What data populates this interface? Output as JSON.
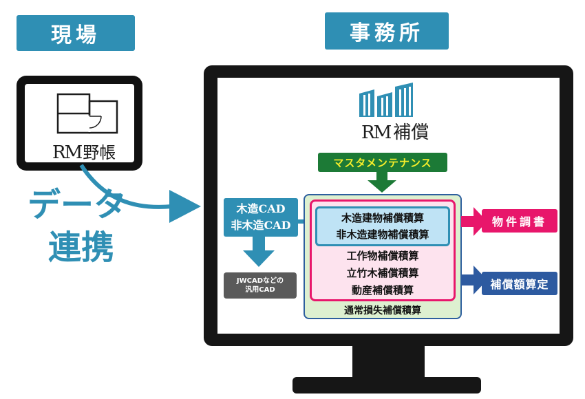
{
  "headers": {
    "site": "現場",
    "office": "事務所"
  },
  "tablet": {
    "logo_mark": "RM",
    "product": "野帳"
  },
  "connection": {
    "line1": "データ",
    "line2": "連携"
  },
  "app": {
    "logo_mark": "RM",
    "product": "補償"
  },
  "maintenance": "マスタメンテナンス",
  "cad": {
    "line1": "木造CAD",
    "line2": "非木造CAD"
  },
  "export": {
    "line1": "JWCADなどの",
    "line2": "汎用CAD"
  },
  "building": {
    "line1": "木造建物補償積算",
    "line2": "非木造建物補償積算"
  },
  "other_items": [
    "工作物補償積算",
    "立竹木補償積算",
    "動産補償積算"
  ],
  "general_loss": "通常損失補償積算",
  "outputs": {
    "document": "物件調書",
    "assessment": "補償額算定"
  },
  "colors": {
    "primary": "#2f8fb4",
    "green": "#1c7a36",
    "yellow": "#f7ef2a",
    "magenta": "#e8166b",
    "navy": "#2d5aa0",
    "gray": "#5a5a5a"
  }
}
